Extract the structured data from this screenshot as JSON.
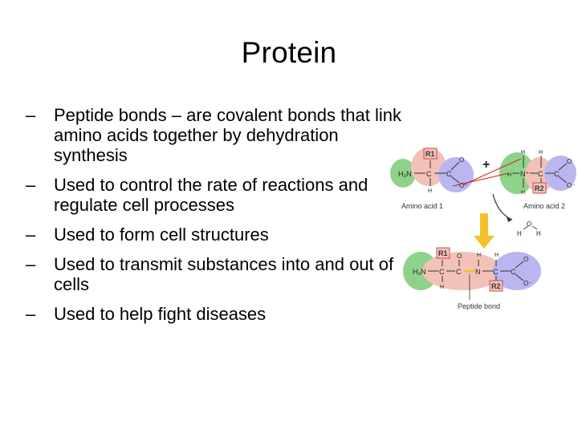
{
  "slide": {
    "title": "Protein",
    "bullets": [
      {
        "dash": "–",
        "text": "Peptide bonds – are covalent bonds that link amino acids together by dehydration synthesis"
      },
      {
        "dash": "–",
        "text": "Used to control the rate of reactions and regulate cell processes"
      },
      {
        "dash": "–",
        "text": "Used to form cell structures"
      },
      {
        "dash": "–",
        "text": "Used to transmit substances into and out of cells"
      },
      {
        "dash": "–",
        "text": "Used to help fight diseases"
      }
    ]
  },
  "figure": {
    "amino_acid_1_label": "Amino acid 1",
    "amino_acid_2_label": "Amino acid 2",
    "peptide_bond_label": "Peptide bond",
    "plus_sign": "+",
    "r1": "R1",
    "r2": "R2",
    "water_o": "O",
    "water_h1": "H",
    "water_h2": "H",
    "colors": {
      "amine_green": "#8fd28a",
      "side_chain_pink": "#f2c2b8",
      "carboxyl_blue": "#b9b6f0",
      "arrow_yellow": "#f5c12a",
      "bond_red": "#d02020"
    }
  }
}
